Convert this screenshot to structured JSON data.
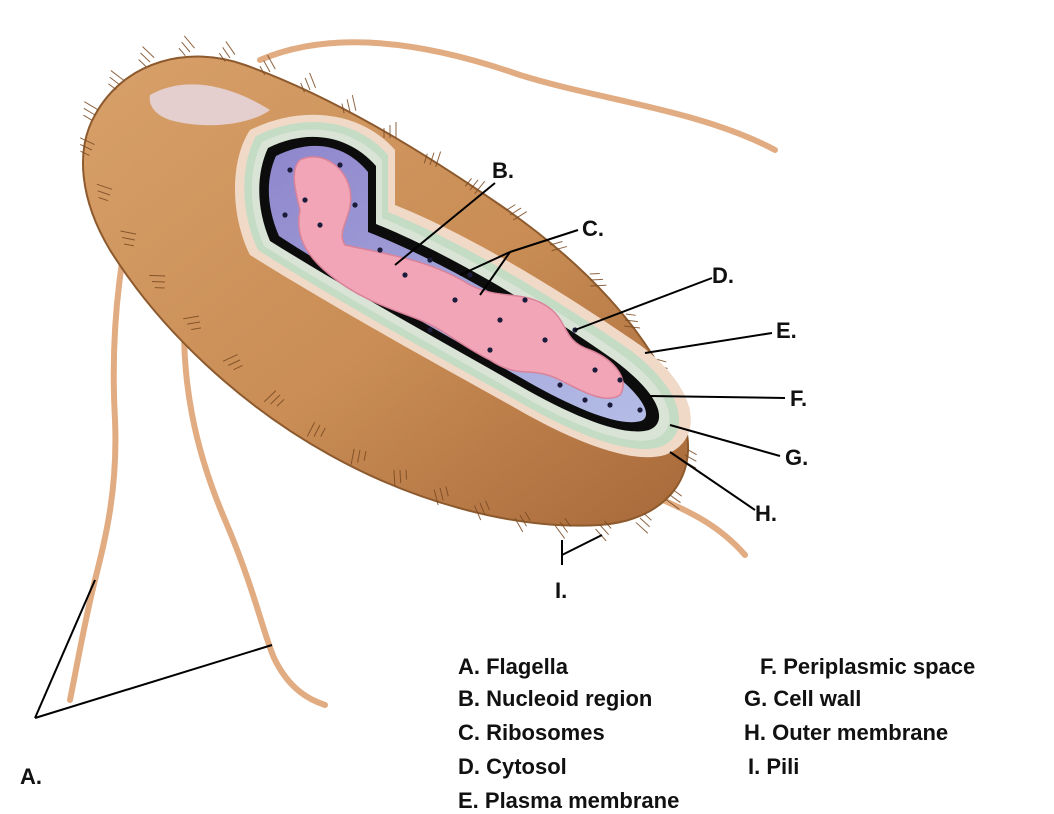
{
  "labels": {
    "A": "A.",
    "B": "B.",
    "C": "C.",
    "D": "D.",
    "E": "E.",
    "F": "F.",
    "G": "G.",
    "H": "H.",
    "I": "I."
  },
  "legend": {
    "A": "A. Flagella",
    "B": "B. Nucleoid region",
    "C": "C. Ribosomes",
    "D": "D. Cytosol",
    "E": "E. Plasma membrane",
    "F": "F. Periplasmic space",
    "G": "G. Cell wall",
    "H": "H. Outer membrane",
    "I": "I. Pili"
  },
  "colors": {
    "outer_surface": "#c98d55",
    "pili": "#7a4a22",
    "cytosol": "#9ea6d8",
    "nucleoid": "#f2a5b6",
    "ribosome": "#1b1b3a",
    "plasma_membrane": "#0c0c0c",
    "periplasm": "#d9e4d6",
    "cell_wall": "#c4dbc4",
    "flagella": "#e7b48c"
  }
}
